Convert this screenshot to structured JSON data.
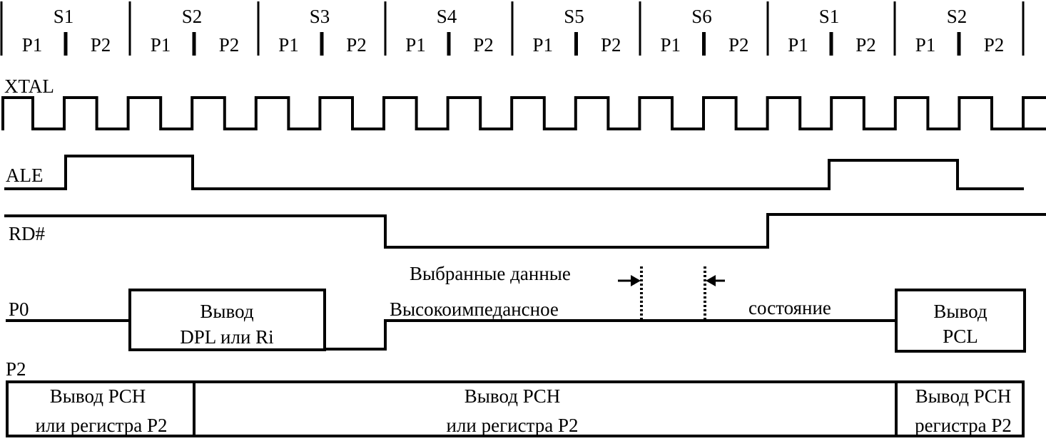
{
  "header": {
    "states": [
      "S1",
      "S2",
      "S3",
      "S4",
      "S5",
      "S6",
      "S1",
      "S2"
    ],
    "phase_left": "P1",
    "phase_right": "P2"
  },
  "signals": {
    "xtal": "XTAL",
    "ale": "ALE",
    "rd": "RD#",
    "p0": "P0",
    "p2": "P2"
  },
  "p0": {
    "box1_line1": "Вывод",
    "box1_line2": "DPL или Ri",
    "hiz_left": "Высокоимпедансное",
    "hiz_right": "состояние",
    "fetched": "Выбранные данные",
    "box2_line1": "Вывод",
    "box2_line2": "PCL"
  },
  "p2": {
    "seg1_line1": "Вывод PCH",
    "seg1_line2": "или регистра P2",
    "seg2_line1": "Вывод PCH",
    "seg2_line2": "или регистра P2",
    "seg3_line1": "Вывод PCH",
    "seg3_line2": "регистра P2"
  }
}
